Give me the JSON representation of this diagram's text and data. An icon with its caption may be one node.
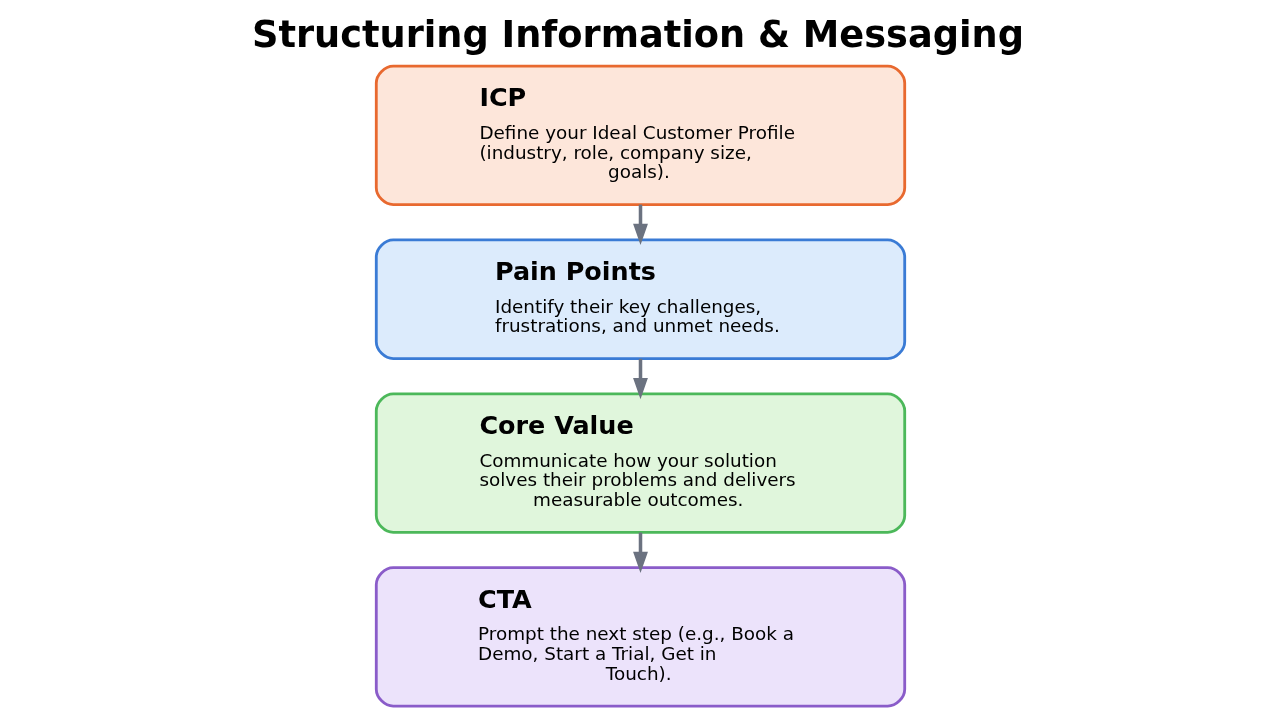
{
  "diagram": {
    "title": "Structuring Information & Messaging",
    "nodes": [
      {
        "text": [
          "ICP",
          "Define your Ideal Customer Profile (industry, role, company size, goals)."
        ]
      },
      {
        "text": [
          "Pain Points",
          "Identify their key challenges, frustrations, and unmet needs."
        ]
      },
      {
        "text": [
          "Core Value",
          "Communicate how your solution solves their problems and delivers measurable outcomes."
        ]
      },
      {
        "text": [
          "CTA",
          "Prompt the next step (e.g., Book a Demo, Start a Trial, Get in Touch)."
        ]
      }
    ],
    "edges": [
      {
        "from": 0,
        "to": 1,
        "arrow": "to"
      },
      {
        "from": 1,
        "to": 2,
        "arrow": "to"
      },
      {
        "from": 2,
        "to": 3,
        "arrow": "to"
      }
    ]
  }
}
